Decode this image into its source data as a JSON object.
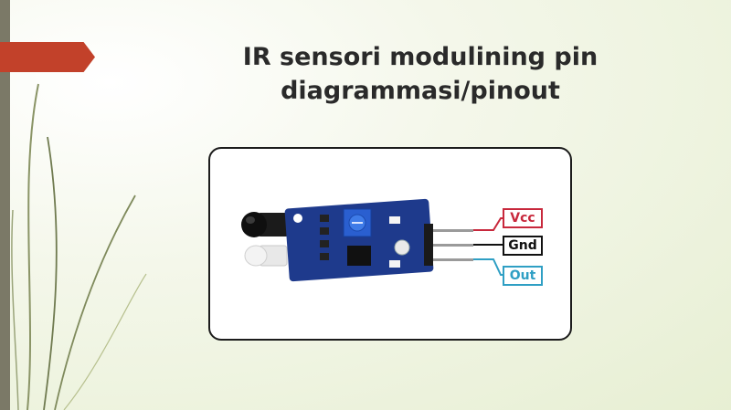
{
  "slide": {
    "title_line1": "IR sensori modulining pin",
    "title_line2": "diagrammasi/pinout"
  },
  "pins": [
    {
      "label": "Vcc",
      "color": "#c8283c"
    },
    {
      "label": "Gnd",
      "color": "#111111"
    },
    {
      "label": "Out",
      "color": "#2f9fc4"
    }
  ],
  "colors": {
    "accent": "#c2412a",
    "sidebar": "#7b7967",
    "pcb": "#1e3a8c",
    "potentiometer": "#2a5fd0"
  }
}
